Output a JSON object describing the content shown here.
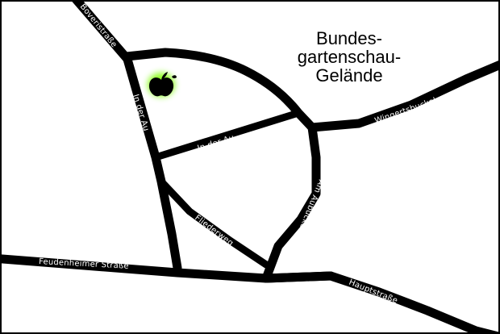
{
  "map": {
    "area_label_lines": [
      "Bundes-",
      "gartenschau-",
      "Gelände"
    ],
    "streets": [
      {
        "id": "boveristrasse",
        "name": "Boveristraße"
      },
      {
        "id": "in-der-au-vertical",
        "name": "In der Au"
      },
      {
        "id": "in-der-au-horizontal",
        "name": "In der Au"
      },
      {
        "id": "wingertsbuckel",
        "name": "Wingertsbuckel"
      },
      {
        "id": "am-aubuckel",
        "name": "Am Aubuckel"
      },
      {
        "id": "fliederweg",
        "name": "Fliederweg"
      },
      {
        "id": "feudenheimer-strasse",
        "name": "Feudenheimer Straße"
      },
      {
        "id": "hauptstrasse",
        "name": "Hauptstraße"
      }
    ],
    "marker": {
      "icon": "apple-marker-icon",
      "color": "#000000",
      "glow_color": "#7CFC00"
    }
  }
}
